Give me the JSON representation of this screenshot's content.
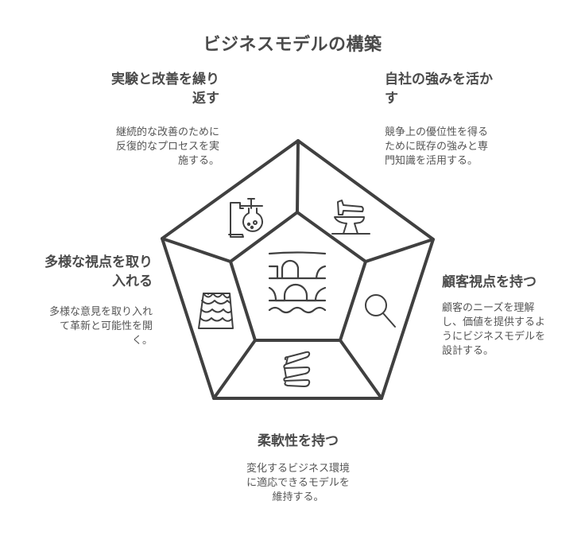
{
  "title": "ビジネスモデルの構築",
  "colors": {
    "stroke": "#404040",
    "heading": "#4a4a4a",
    "text": "#555555",
    "background": "#ffffff"
  },
  "segments": [
    {
      "id": "experiment",
      "heading_line1": "実験と改善を繰り",
      "heading_line2": "返す",
      "desc_line1": "継続的な改善のために",
      "desc_line2": "反復的なプロセスを実",
      "desc_line3": "施する。",
      "icon": "flask-icon"
    },
    {
      "id": "strength",
      "heading_line1": "自社の強みを活か",
      "heading_line2": "す",
      "desc_line1": "競争上の優位性を得る",
      "desc_line2": "ために既存の強みと専",
      "desc_line3": "門知識を活用する。",
      "icon": "anvil-hammer-icon"
    },
    {
      "id": "diversity",
      "heading_line1": "多様な視点を取り",
      "heading_line2": "入れる",
      "desc_line1": "多様な意見を取り入れ",
      "desc_line2": "て革新と可能性を開",
      "desc_line3": "く。",
      "icon": "fish-scale-icon"
    },
    {
      "id": "customer",
      "heading_line1": "顧客視点を持つ",
      "desc_line1": "顧客のニーズを理解",
      "desc_line2": "し、価値を提供するよ",
      "desc_line3": "うにビジネスモデルを",
      "desc_line4": "設計する。",
      "icon": "magnifier-icon"
    },
    {
      "id": "flexible",
      "heading_line1": "柔軟性を持つ",
      "desc_line1": "変化するビジネス環境",
      "desc_line2": "に適応できるモデルを",
      "desc_line3": "維持する。",
      "icon": "spring-icon"
    }
  ],
  "center": {
    "icon": "bridge-aqueduct-icon"
  }
}
